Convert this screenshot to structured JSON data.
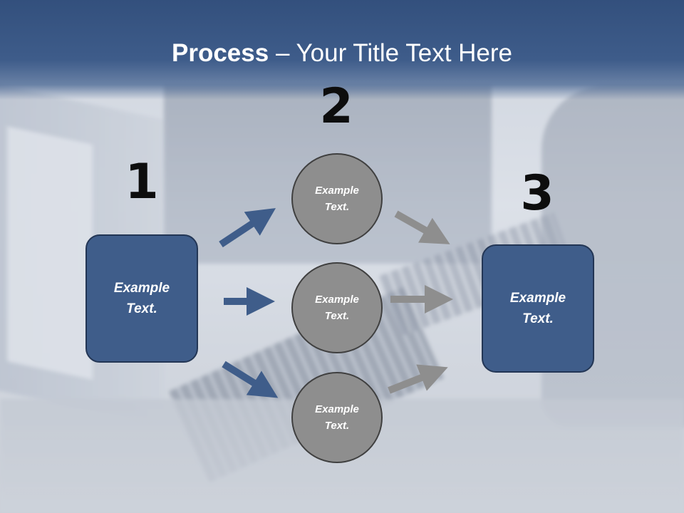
{
  "slide": {
    "title_bold": "Process",
    "title_rest": " – Your Title Text Here"
  },
  "steps": {
    "step1_number": "1",
    "step2_number": "2",
    "step3_number": "3"
  },
  "nodes": {
    "left_box": "Example Text.",
    "circle_top": "Example Text.",
    "circle_middle": "Example Text.",
    "circle_bottom": "Example Text.",
    "right_box": "Example Text."
  },
  "colors": {
    "header": "#3e5c8a",
    "box_fill": "#3f5d8a",
    "circle_fill": "#8e8e8e",
    "arrow_blue": "#3f5d8a",
    "arrow_gray": "#8e8e8e"
  }
}
